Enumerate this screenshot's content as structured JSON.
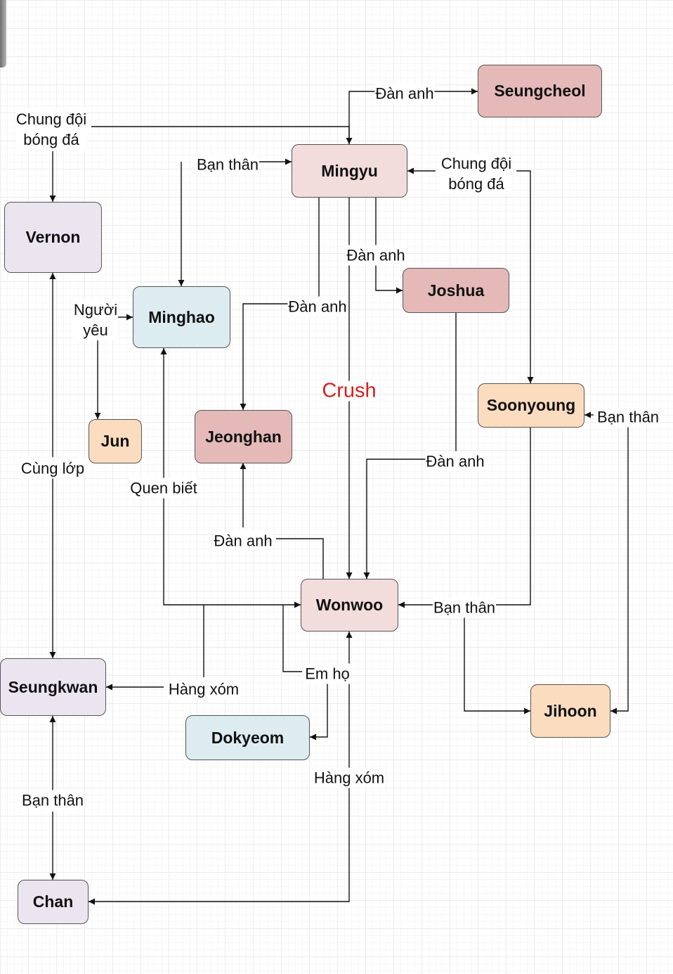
{
  "colors": {
    "pink_light": "#f3dcdc",
    "pink_dark": "#e5b9b8",
    "blue_light": "#dcecf1",
    "orange_light": "#fbdcbf",
    "lavender": "#ebe5f0",
    "crush_text": "#d42020"
  },
  "nodes": {
    "seungcheol": "Seungcheol",
    "mingyu": "Mingyu",
    "vernon": "Vernon",
    "minghao": "Minghao",
    "joshua": "Joshua",
    "jun": "Jun",
    "jeonghan": "Jeonghan",
    "soonyoung": "Soonyoung",
    "wonwoo": "Wonwoo",
    "seungkwan": "Seungkwan",
    "jihoon": "Jihoon",
    "dokyeom": "Dokyeom",
    "chan": "Chan"
  },
  "edges": {
    "mingyu_seungcheol": "Đàn anh",
    "vernon_mingyu": "Chung đội\nbóng đá",
    "mingyu_minghao": "Bạn thân",
    "mingyu_soonyoung": "Chung đội\nbóng đá",
    "mingyu_joshua": "Đàn anh",
    "mingyu_jeonghan": "Đàn anh",
    "mingyu_wonwoo": "Crush",
    "minghao_jun": "Người\nyêu",
    "vernon_seungkwan": "Cùng lớp",
    "wonwoo_minghao": "Quen biết",
    "joshua_wonwoo": "Đàn anh",
    "soonyoung_jihoon": "Bạn thân",
    "wonwoo_jeonghan": "Đàn anh",
    "soonyoung_wonwoo": "Bạn thân",
    "wonwoo_seungkwan": "Hàng xóm",
    "wonwoo_dokyeom": "Em họ",
    "seungkwan_chan": "Bạn thân",
    "chan_wonwoo": "Hàng xóm"
  }
}
